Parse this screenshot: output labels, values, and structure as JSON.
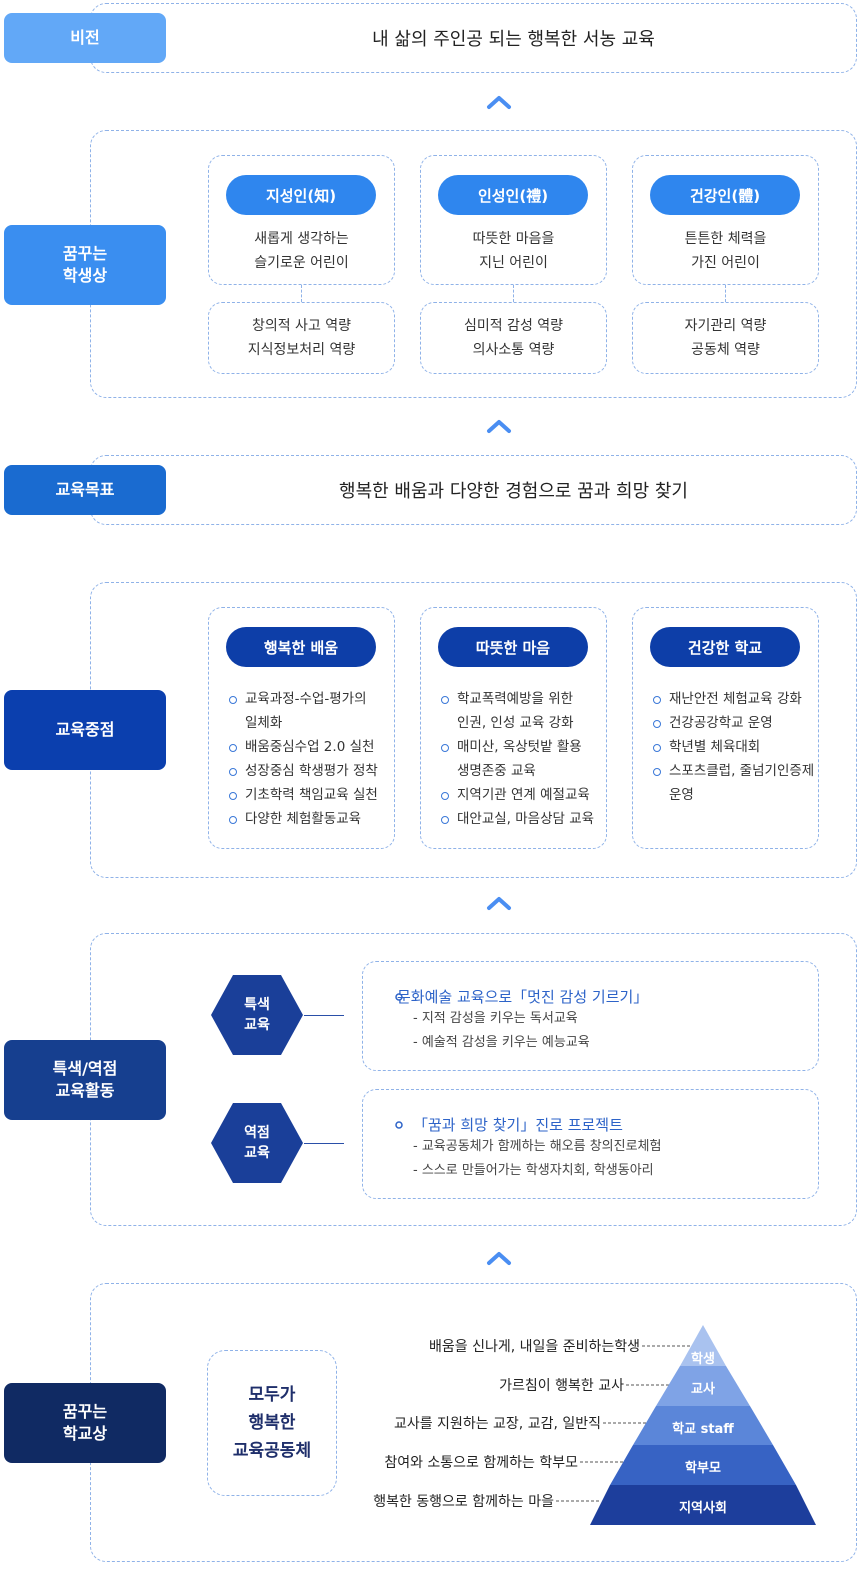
{
  "vision": {
    "label": "비전",
    "text": "내 삶의 주인공 되는 행복한 서농 교육"
  },
  "student_image": {
    "label_lines": [
      "꿈꾸는",
      "학생상"
    ],
    "cards": [
      {
        "title": "지성인(知)",
        "desc": [
          "새롭게 생각하는",
          "슬기로운 어린이"
        ],
        "competency": [
          "창의적 사고 역량",
          "지식정보처리 역량"
        ]
      },
      {
        "title": "인성인(禮)",
        "desc": [
          "따뜻한 마음을",
          "지닌 어린이"
        ],
        "competency": [
          "심미적 감성 역량",
          "의사소통 역량"
        ]
      },
      {
        "title": "건강인(體)",
        "desc": [
          "튼튼한 체력을",
          "가진 어린이"
        ],
        "competency": [
          "자기관리 역량",
          "공동체 역량"
        ]
      }
    ]
  },
  "goal": {
    "label": "교육목표",
    "text": "행복한 배움과 다양한 경험으로 꿈과 희망 찾기"
  },
  "focus": {
    "label": "교육중점",
    "cards": [
      {
        "title": "행복한 배움",
        "items": [
          [
            "교육과정-수업-평가의",
            "일체화"
          ],
          [
            "배움중심수업 2.0 실천"
          ],
          [
            "성장중심 학생평가 정착"
          ],
          [
            "기초학력 책임교육 실천"
          ],
          [
            "다양한 체험활동교육"
          ]
        ]
      },
      {
        "title": "따뜻한 마음",
        "items": [
          [
            "학교폭력예방을 위한",
            "인권, 인성 교육 강화"
          ],
          [
            "매미산, 옥상텃밭 활용",
            "생명존중 교육"
          ],
          [
            "지역기관 연계 예절교육"
          ],
          [
            "대안교실, 마음상담 교육"
          ]
        ]
      },
      {
        "title": "건강한 학교",
        "items": [
          [
            "재난안전 체험교육 강화"
          ],
          [
            "건강공강학교 운영"
          ],
          [
            "학년별 체육대회"
          ],
          [
            "스포츠클럽, 줄넘기인증제",
            "운영"
          ]
        ]
      }
    ]
  },
  "special": {
    "label_lines": [
      "특색/역점",
      "교육활동"
    ],
    "rows": [
      {
        "hex": [
          "특색",
          "교육"
        ],
        "title": "문화예술 교육으로「멋진 감성 기르기」",
        "subs": [
          "- 지적 감성을 키우는 독서교육",
          "- 예술적 감성을 키우는 예능교육"
        ]
      },
      {
        "hex": [
          "역점",
          "교육"
        ],
        "title": "「꿈과 희망 찾기」진로 프로젝트",
        "subs": [
          "- 교육공동체가 함께하는 해오름 창의진로체험",
          "- 스스로 만들어가는 학생자치회, 학생동아리"
        ]
      }
    ]
  },
  "school": {
    "label_lines": [
      "꿈꾸는",
      "학교상"
    ],
    "community_lines": [
      "모두가",
      "행복한",
      "교육공동체"
    ],
    "pyramid": [
      {
        "level": "학생",
        "desc": "배움을 신나게, 내일을 준비하는학생",
        "color": "#a9c2ef"
      },
      {
        "level": "교사",
        "desc": "가르침이 행복한 교사",
        "color": "#7fa3e6"
      },
      {
        "level": "학교 staff",
        "desc": "교사를 지원하는 교장, 교감, 일반직",
        "color": "#5b86d9"
      },
      {
        "level": "학부모",
        "desc": "참여와 소통으로 함께하는 학부모",
        "color": "#3763c4"
      },
      {
        "level": "지역사회",
        "desc": "행복한 동행으로 함께하는 마을",
        "color": "#1d3e9c"
      }
    ]
  },
  "colors": {
    "vision": "#62a8f7",
    "student": "#3a8ef0",
    "goal": "#1a6bd0",
    "focus": "#0b3fae",
    "special": "#163f8f",
    "school": "#102a63",
    "student_pill": "#2f86ee",
    "focus_pill": "#0d3ea8",
    "hex": "#1a3f99"
  }
}
